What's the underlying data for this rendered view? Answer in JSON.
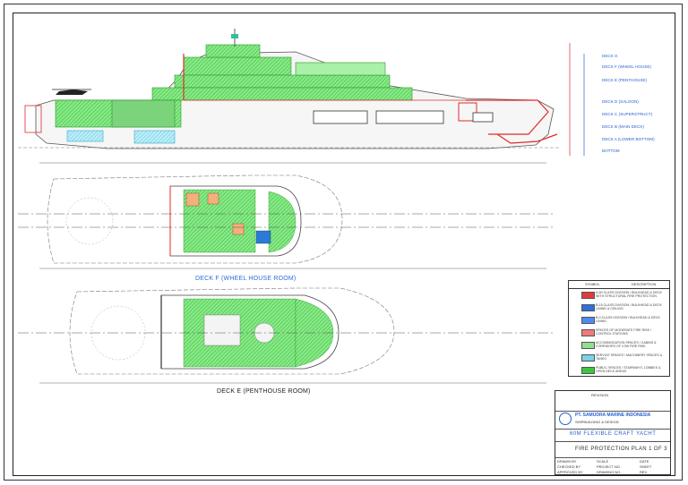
{
  "drawing": {
    "deck_f_label": "DECK F (WHEEL HOUSE ROOM)",
    "deck_e_label": "DECK E (PENTHOUSE ROOM)"
  },
  "levels": [
    "DECK G",
    "DECK F (WHEEL HOUSE)",
    "DECK E (PENTHOUSE)",
    "DECK D (SALOON)",
    "DECK C (SUPERSTRUCT)",
    "DECK B (MAIN DECK)",
    "DECK A (LOWER BOTTOM)",
    "BOTTOM"
  ],
  "legend": {
    "col_symbol": "SYMBOL",
    "col_description": "DESCRIPTION",
    "items": [
      {
        "color": "#e23b3b",
        "text": "A-60 CLASS DIVISION / BULKHEAD & DECK WITH STRUCTURAL FIRE PROTECTION"
      },
      {
        "color": "#2f6fe0",
        "text": "B-15 CLASS DIVISION / BULKHEAD & DECK LINING & CEILING"
      },
      {
        "color": "#4c8cf0",
        "text": "B-0 CLASS DIVISION / BULKHEAD & DECK LINING"
      },
      {
        "color": "#f07a7a",
        "text": "SPACES OF MODERATE FIRE RISK / CONTROL STATIONS"
      },
      {
        "color": "#8fe08f",
        "text": "ACCOMMODATION SPACES / CABINS & CORRIDORS OF LOW FIRE RISK"
      },
      {
        "color": "#7ad1e8",
        "text": "SERVICE SPACES / MACHINERY SPACES & TANKS"
      },
      {
        "color": "#3fc43f",
        "text": "PUBLIC SPACES / STAIRWAYS, LOBBIES & OPEN DECK AREAS"
      }
    ]
  },
  "title_block": {
    "rev_header": "REVISION",
    "company": "PT. SAMUDRA MARINE INDONESIA",
    "company_sub": "SHIPBUILDING & DESIGN",
    "project": "60M FLEXIBLE CRAFT YACHT",
    "drawing_title": "FIRE PROTECTION PLAN 1 OF 3",
    "rows": [
      [
        "DRAWN BY",
        "SCALE",
        "DATE"
      ],
      [
        "CHECKED BY",
        "PROJECT NO.",
        "SHEET"
      ],
      [
        "APPROVED BY",
        "DRAWING NO.",
        "REV"
      ]
    ]
  },
  "colors": {
    "fire_green": "#3fd63f",
    "fire_green_light": "#a9f0a9",
    "red_boundary": "#e12a2a",
    "cyan_zone": "#6fd3ea",
    "outline": "#555555",
    "label_blue": "#2a6fd6"
  }
}
